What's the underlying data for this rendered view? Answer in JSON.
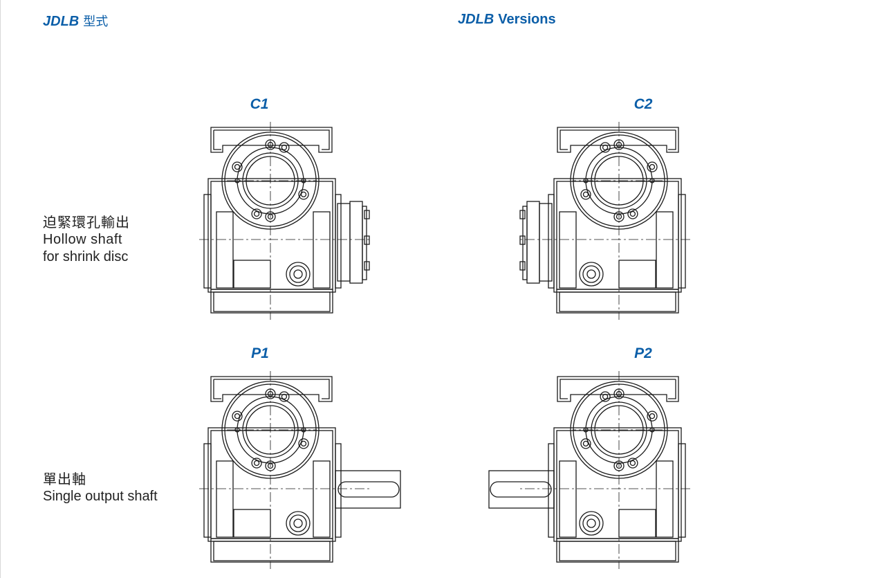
{
  "header": {
    "left_model": "JDLB",
    "left_suffix": "型式",
    "right_model": "JDLB",
    "right_suffix": "Versions"
  },
  "labels": {
    "hollow": {
      "zh": "迫緊環孔輸出",
      "en1": "Hollow shaft",
      "en2": "for shrink disc"
    },
    "single": {
      "zh": "單出軸",
      "en": "Single output shaft"
    }
  },
  "versions": {
    "c1": "C1",
    "c2": "C2",
    "p1": "P1",
    "p2": "P2"
  },
  "colors": {
    "accent": "#0b5ea8",
    "line": "#1a1a1a",
    "text": "#222222"
  }
}
